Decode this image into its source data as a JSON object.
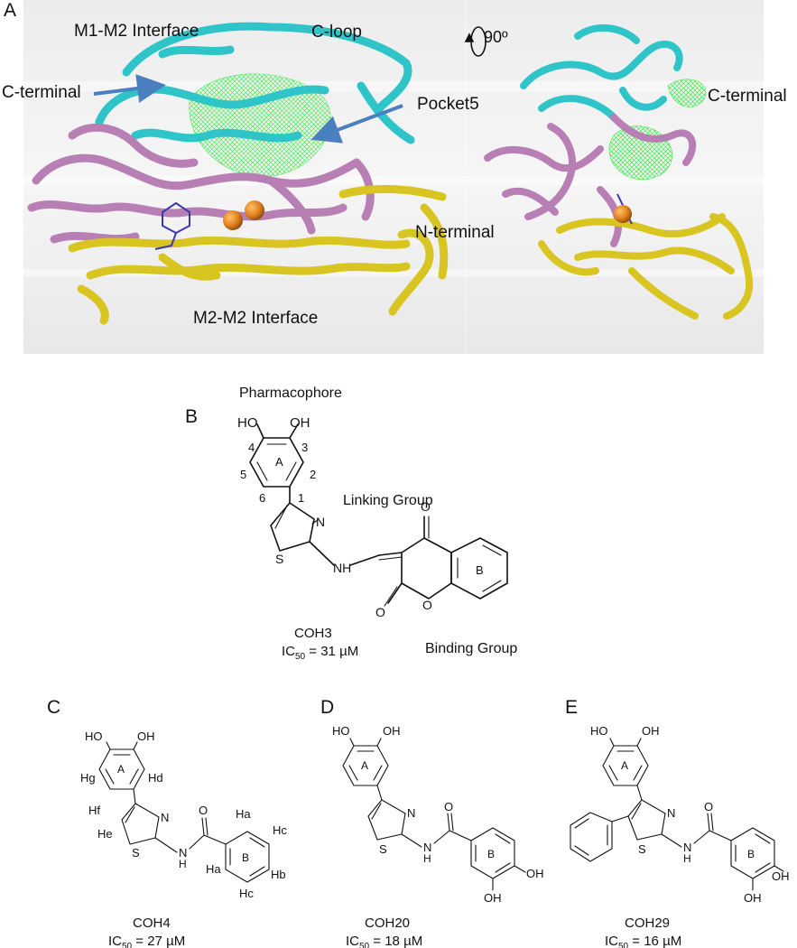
{
  "panels": {
    "a": {
      "letter": "A",
      "labels": {
        "m1m2": "M1-M2 Interface",
        "cloop": "C-loop",
        "cterm_left": "C-terminal",
        "pocket": "Pocket5",
        "nterm": "N-terminal",
        "m2m2": "M2-M2 Interface",
        "rotation": "90º",
        "cterm_right": "C-terminal"
      }
    },
    "b": {
      "letter": "B",
      "pharmacophore": "Pharmacophore",
      "linking": "Linking Group",
      "binding": "Binding Group",
      "compound": "COH3",
      "ic50_prefix": "IC",
      "ic50_sub": "50",
      "ic50_value": " = 31 µM",
      "atoms": {
        "ho": "HO",
        "oh": "OH",
        "n": "N",
        "s": "S",
        "nh": "NH",
        "o1": "O",
        "o2": "O",
        "o3": "O",
        "ringA": "A",
        "ringB": "B",
        "p1": "1",
        "p2": "2",
        "p3": "3",
        "p4": "4",
        "p5": "5",
        "p6": "6"
      }
    },
    "c": {
      "letter": "C",
      "compound": "COH4",
      "ic50_prefix": "IC",
      "ic50_sub": "50",
      "ic50_value": " = 27 µM",
      "atoms": {
        "ho": "HO",
        "oh": "OH",
        "hg": "Hg",
        "hd": "Hd",
        "hf": "Hf",
        "he": "He",
        "n": "N",
        "s": "S",
        "nh": "N",
        "h": "H",
        "o": "O",
        "ha1": "Ha",
        "ha2": "Ha",
        "hc1": "Hc",
        "hc2": "Hc",
        "hb": "Hb",
        "ringA": "A",
        "ringB": "B"
      }
    },
    "d": {
      "letter": "D",
      "compound": "COH20",
      "ic50_prefix": "IC",
      "ic50_sub": "50",
      "ic50_value": " = 18 µM",
      "atoms": {
        "ho": "HO",
        "oh": "OH",
        "n": "N",
        "s": "S",
        "nh": "N",
        "h": "H",
        "o": "O",
        "oh2": "OH",
        "oh3": "OH",
        "ringA": "A",
        "ringB": "B"
      }
    },
    "e": {
      "letter": "E",
      "compound": "COH29",
      "ic50_prefix": "IC",
      "ic50_sub": "50",
      "ic50_value": " = 16 µM",
      "atoms": {
        "ho": "HO",
        "oh": "OH",
        "n": "N",
        "s": "S",
        "nh": "N",
        "h": "H",
        "o": "O",
        "oh2": "OH",
        "oh3": "OH",
        "ringA": "A",
        "ringB": "B"
      }
    }
  }
}
